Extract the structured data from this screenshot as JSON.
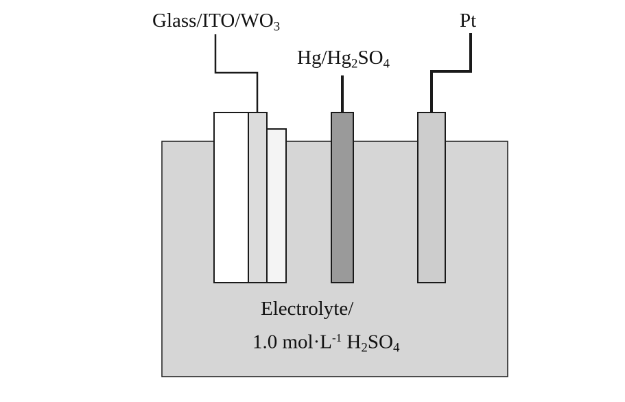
{
  "electrodes": {
    "working": {
      "label_main": "Glass/ITO/WO",
      "label_sub": "3"
    },
    "reference": {
      "label_a": "Hg/Hg",
      "label_sub1": "2",
      "label_b": "SO",
      "label_sub2": "4"
    },
    "counter": {
      "label": "Pt"
    }
  },
  "electrolyte": {
    "line1": "Electrolyte/",
    "line2_a": "1.0 mol·L",
    "line2_sup": "-1",
    "line2_b": " H",
    "line2_sub1": "2",
    "line2_c": "SO",
    "line2_sub2": "4"
  },
  "colors": {
    "electrolyte_fill": "#d6d6d6",
    "glass_fill": "#ffffff",
    "ito_fill": "#dcdcdc",
    "wo3_fill": "#f4f4f4",
    "reference_fill": "#9a9a9a",
    "counter_fill": "#cdcdcd",
    "outline": "#1a1a1a"
  }
}
